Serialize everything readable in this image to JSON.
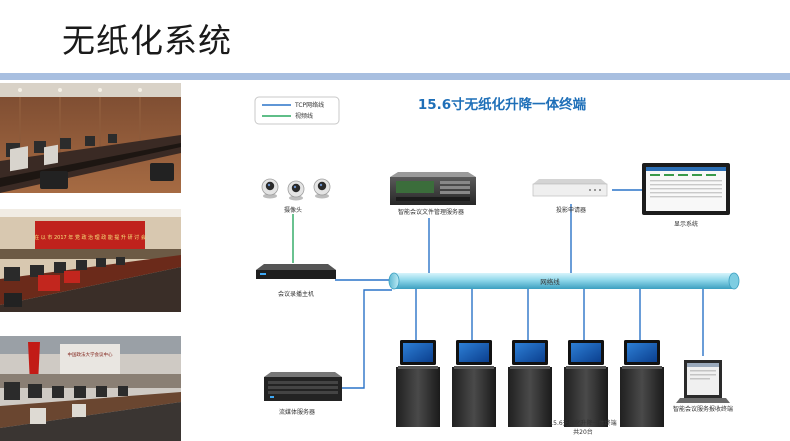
{
  "page": {
    "title": "无纸化系统"
  },
  "diagram": {
    "heading": "15.6寸无纸化升降一体终端",
    "legend": [
      {
        "label": "TCP网络线",
        "color": "#2a73c8"
      },
      {
        "label": "视频线",
        "color": "#2aa860"
      }
    ],
    "nodes": {
      "camera": "摄像头",
      "file_server": "智能会议文件管理服务器",
      "projector_controller": "投影申请器",
      "display": "显示系统",
      "recording_host": "会议录播主机",
      "network_bus": "网络线",
      "media_server": "流媒体服务器",
      "terminals": "15.6无纸化升降一体终端",
      "terminal_count": "共20台",
      "service_terminal": "智能会议服务报收终端"
    }
  },
  "photos": {
    "banner_text": "在 以 市 2017 年 党 政 治 理 政 能 提 升 研 讨 会",
    "podium_text": "中国政法大学会议中心"
  }
}
